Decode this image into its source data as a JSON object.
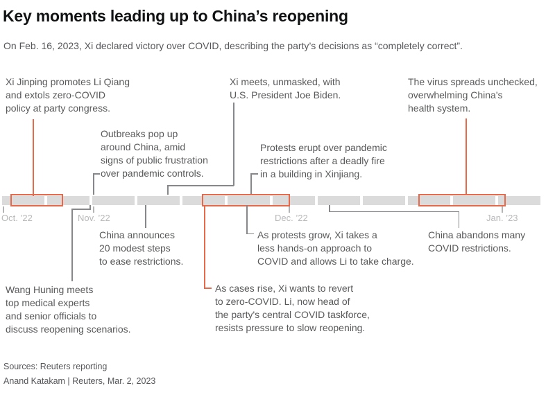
{
  "header": {
    "title": "Key moments leading up to China’s reopening",
    "subtitle": "On Feb. 16, 2023, Xi declared victory over COVID, describing the party’s decisions as “completely correct”."
  },
  "timeline": {
    "type": "timeline",
    "bar_color": "#dbdbdc",
    "highlight_color": "#e7694a",
    "segment_count": 12,
    "months": [
      "Oct. ’22",
      "Nov. ’22",
      "Dec. ’22",
      "Jan. ’23"
    ],
    "highlight_periods": [
      "mid-October party congress",
      "late November protests",
      "late December-January reopening wave"
    ]
  },
  "annotations": {
    "party_congress": {
      "text": "Xi Jinping promotes Li Qiang\nand extols zero-COVID\npolicy at party congress."
    },
    "outbreaks": {
      "text": "Outbreaks pop up\naround China, amid\nsigns of public frustration\nover pandemic controls."
    },
    "biden_meeting": {
      "text": "Xi meets, unmasked, with\nU.S. President Joe Biden."
    },
    "virus_spreads": {
      "text": "The virus spreads unchecked,\noverwhelming China's\nhealth system."
    },
    "protests_erupt": {
      "text": "Protests erupt over pandemic\nrestrictions after a deadly fire\nin a building in Xinjiang."
    },
    "twenty_steps": {
      "text": "China announces\n20 modest steps\nto ease restrictions."
    },
    "wang_huning": {
      "text": "Wang Huning meets\ntop medical experts\nand senior officials to\ndiscuss reopening scenarios."
    },
    "less_hands_on": {
      "text": "As protests grow, Xi takes a\nless hands-on approach to\nCOVID and allows Li to take charge."
    },
    "cases_rise": {
      "text": "As cases rise, Xi wants to revert\nto zero-COVID. Li, now head of\nthe party's central COVID taskforce,\nresists pressure to slow reopening."
    },
    "abandons_restrictions": {
      "text": "China abandons many\nCOVID restrictions."
    }
  },
  "footer": {
    "sources": "Sources: Reuters reporting",
    "byline": "Anand Katakam  |  Reuters, Mar. 2, 2023"
  }
}
